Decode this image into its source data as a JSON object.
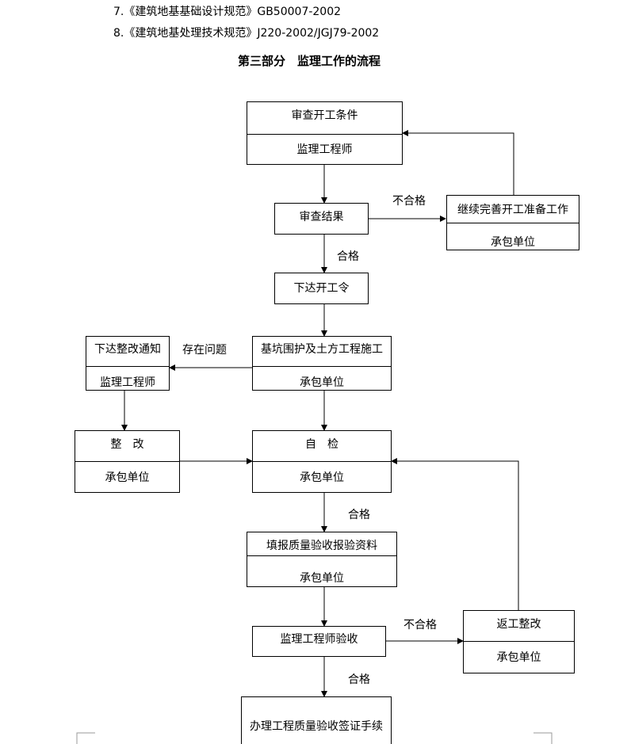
{
  "references": [
    "7.《建筑地基基础设计规范》GB50007-2002",
    "8.《建筑地基处理技术规范》J220-2002/JGJ79-2002"
  ],
  "section_title": "第三部分　监理工作的流程",
  "nodes": {
    "review_conditions": {
      "top": "审查开工条件",
      "bottom": "监理工程师"
    },
    "review_result": {
      "text": "审查结果"
    },
    "continue_prep": {
      "top": "继续完善开工准备工作",
      "bottom": "承包单位"
    },
    "issue_start_order": {
      "text": "下达开工令"
    },
    "pit_construction": {
      "top": "基坑围护及土方工程施工",
      "bottom": "承包单位"
    },
    "rectify_notice": {
      "top": "下达整改通知",
      "bottom": "监理工程师"
    },
    "rectify": {
      "top": "整　改",
      "bottom": "承包单位"
    },
    "self_check": {
      "top": "自　检",
      "bottom": "承包单位"
    },
    "fill_report": {
      "top": "填报质量验收报验资料",
      "bottom": "承包单位"
    },
    "engineer_acceptance": {
      "text": "监理工程师验收"
    },
    "rework": {
      "top": "返工整改",
      "bottom": "承包单位"
    },
    "sign_off": {
      "text": "办理工程质量验收签证手续"
    }
  },
  "edge_labels": {
    "unqualified_1": "不合格",
    "qualified_1": "合格",
    "problem_exists": "存在问题",
    "qualified_2": "合格",
    "unqualified_2": "不合格",
    "qualified_3": "合格"
  }
}
